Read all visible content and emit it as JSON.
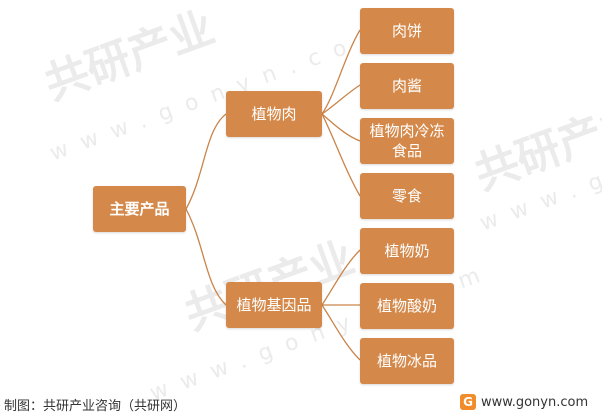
{
  "watermark": {
    "brand": "共研产业",
    "url": "www.gonyn.com"
  },
  "root": {
    "label": "主要产品"
  },
  "branches": [
    {
      "label": "植物肉",
      "children": [
        "肉饼",
        "肉酱",
        "植物肉冷冻食品",
        "零食"
      ]
    },
    {
      "label": "植物基因品",
      "children": [
        "植物奶",
        "植物酸奶",
        "植物冰品"
      ]
    }
  ],
  "footer": {
    "source": "制图：共研产业咨询（共研网）",
    "logo_letter": "G",
    "website": "www.gonyn.com"
  },
  "colors": {
    "node_fill": "#d4894a",
    "connector": "#c98449"
  }
}
